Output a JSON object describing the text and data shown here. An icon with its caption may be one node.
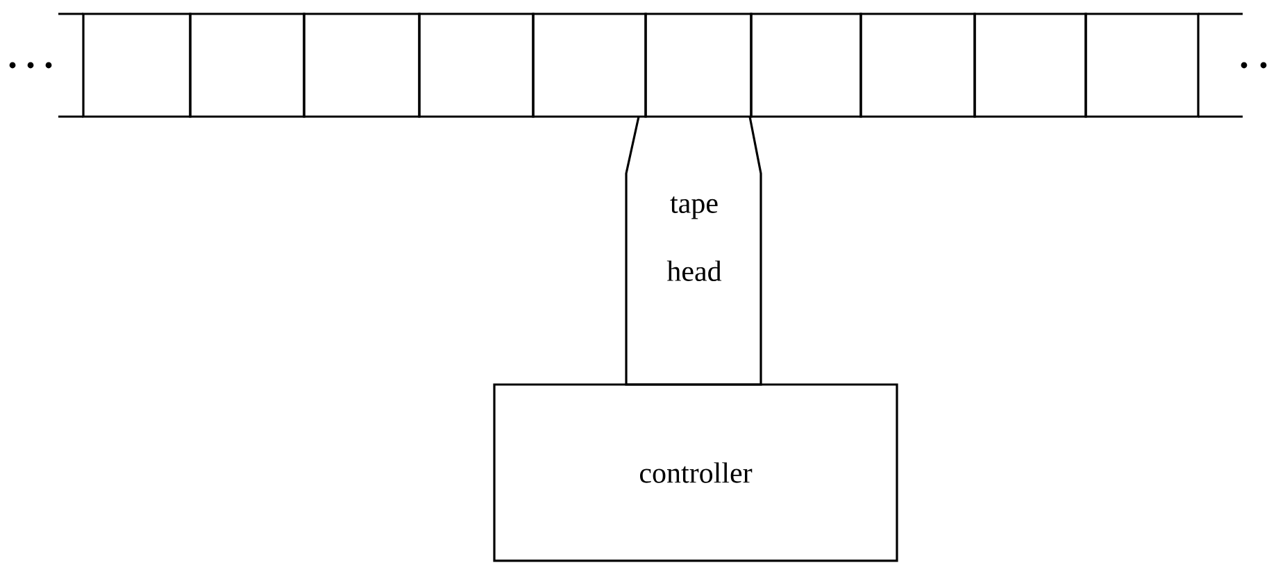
{
  "diagram": {
    "nodes": [
      {
        "text": [],
        "shape": "box"
      },
      {
        "text": [],
        "shape": "box"
      },
      {
        "text": [],
        "shape": "box"
      },
      {
        "text": [],
        "shape": "box"
      },
      {
        "text": [],
        "shape": "box"
      },
      {
        "text": [],
        "shape": "box"
      },
      {
        "text": [],
        "shape": "box"
      },
      {
        "text": [],
        "shape": "box"
      },
      {
        "text": [],
        "shape": "box"
      },
      {
        "text": [],
        "shape": "box"
      },
      {
        "text": [
          "tape head"
        ]
      },
      {
        "text": [
          "controller"
        ]
      }
    ]
  }
}
